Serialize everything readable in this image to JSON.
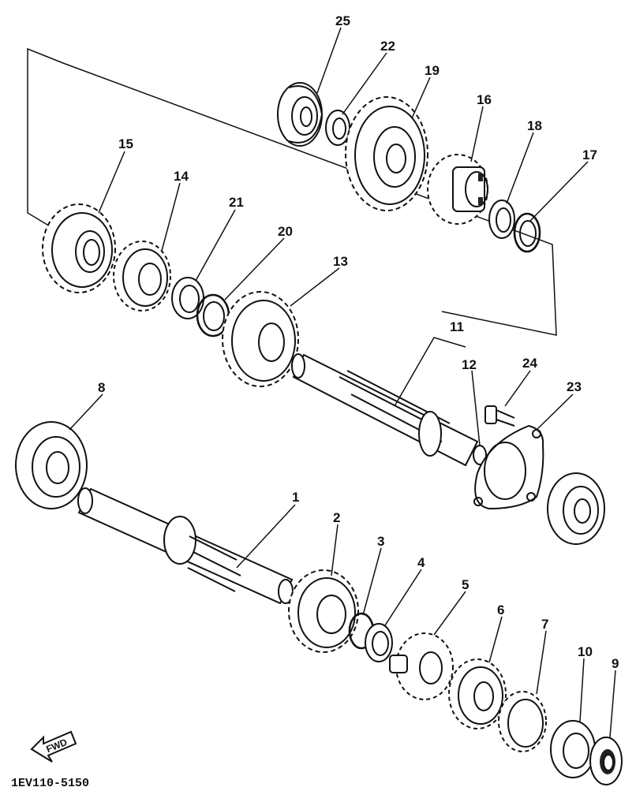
{
  "diagram": {
    "footer_code": "1EV110-5150",
    "fwd_label": "FWD",
    "part_numbers": {
      "p1": "1",
      "p2": "2",
      "p3": "3",
      "p4": "4",
      "p5": "5",
      "p6": "6",
      "p7": "7",
      "p8": "8",
      "p9": "9",
      "p10": "10",
      "p11": "11",
      "p12": "12",
      "p13": "13",
      "p14": "14",
      "p15": "15",
      "p16": "16",
      "p17": "17",
      "p18": "18",
      "p19": "19",
      "p20": "20",
      "p21": "21",
      "p22": "22",
      "p23": "23",
      "p24": "24",
      "p25": "25"
    }
  }
}
